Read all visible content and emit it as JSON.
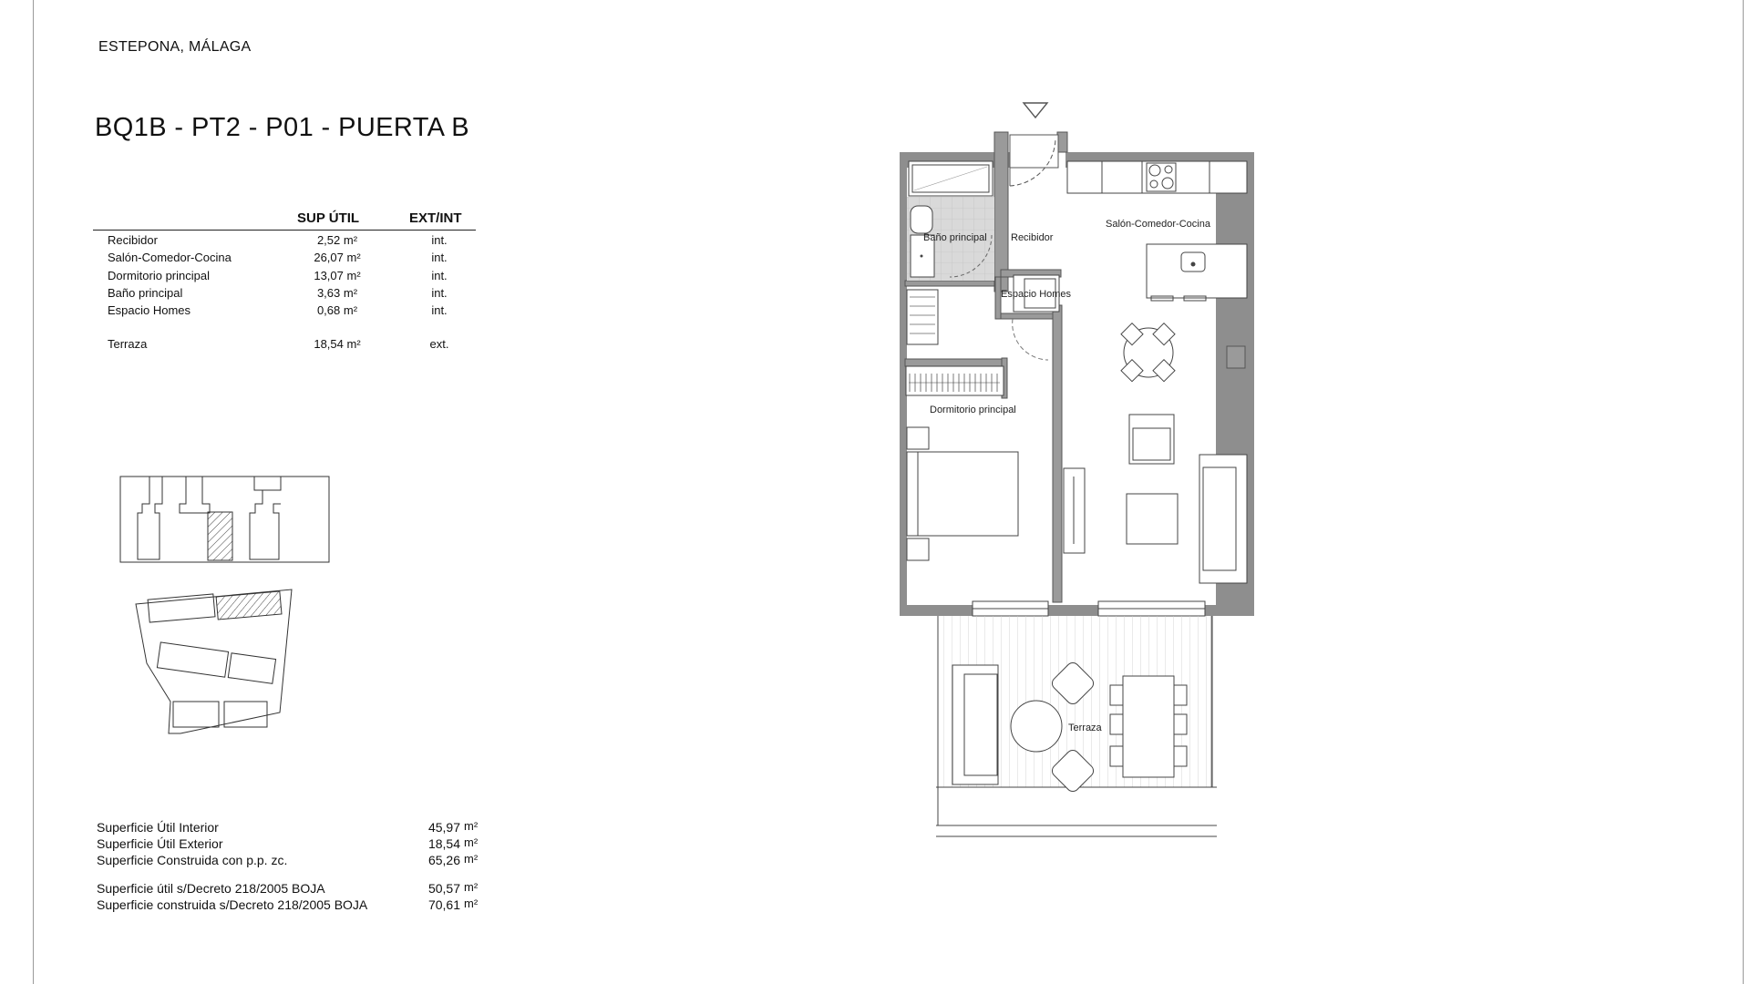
{
  "header": {
    "location": "ESTEPONA, MÁLAGA",
    "unit_title": "BQ1B - PT2 - P01 - PUERTA B"
  },
  "surfaces_table": {
    "columns": [
      "SUP ÚTIL",
      "EXT/INT"
    ],
    "rows": [
      {
        "name": "Recibidor",
        "area": "2,52 m²",
        "type": "int."
      },
      {
        "name": "Salón-Comedor-Cocina",
        "area": "26,07 m²",
        "type": "int."
      },
      {
        "name": "Dormitorio principal",
        "area": "13,07 m²",
        "type": "int."
      },
      {
        "name": "Baño principal",
        "area": "3,63 m²",
        "type": "int."
      },
      {
        "name": "Espacio Homes",
        "area": "0,68 m²",
        "type": "int."
      },
      {
        "name": "Terraza",
        "area": "18,54 m²",
        "type": "ext."
      }
    ]
  },
  "totals": [
    {
      "label": "Superficie Útil Interior",
      "value": "45,97",
      "unit": "m²"
    },
    {
      "label": "Superficie Útil Exterior",
      "value": "18,54",
      "unit": "m²"
    },
    {
      "label": "Superficie Construida con p.p. zc.",
      "value": "65,26",
      "unit": "m²"
    },
    {
      "label": "Superficie útil s/Decreto 218/2005 BOJA",
      "value": "50,57",
      "unit": "m²"
    },
    {
      "label": "Superficie construida s/Decreto 218/2005 BOJA",
      "value": "70,61",
      "unit": "m²"
    }
  ],
  "floor_plan": {
    "room_labels": {
      "bathroom": "Baño principal",
      "hall": "Recibidor",
      "living": "Salón-Comedor-Cocina",
      "homes": "Espacio Homes",
      "bedroom": "Dormitorio principal",
      "terrace": "Terraza"
    },
    "colors": {
      "wall": "#8e8e8e",
      "wall_dark": "#6f6f6f",
      "line": "#555555",
      "tile": "#d6d6d6"
    }
  }
}
